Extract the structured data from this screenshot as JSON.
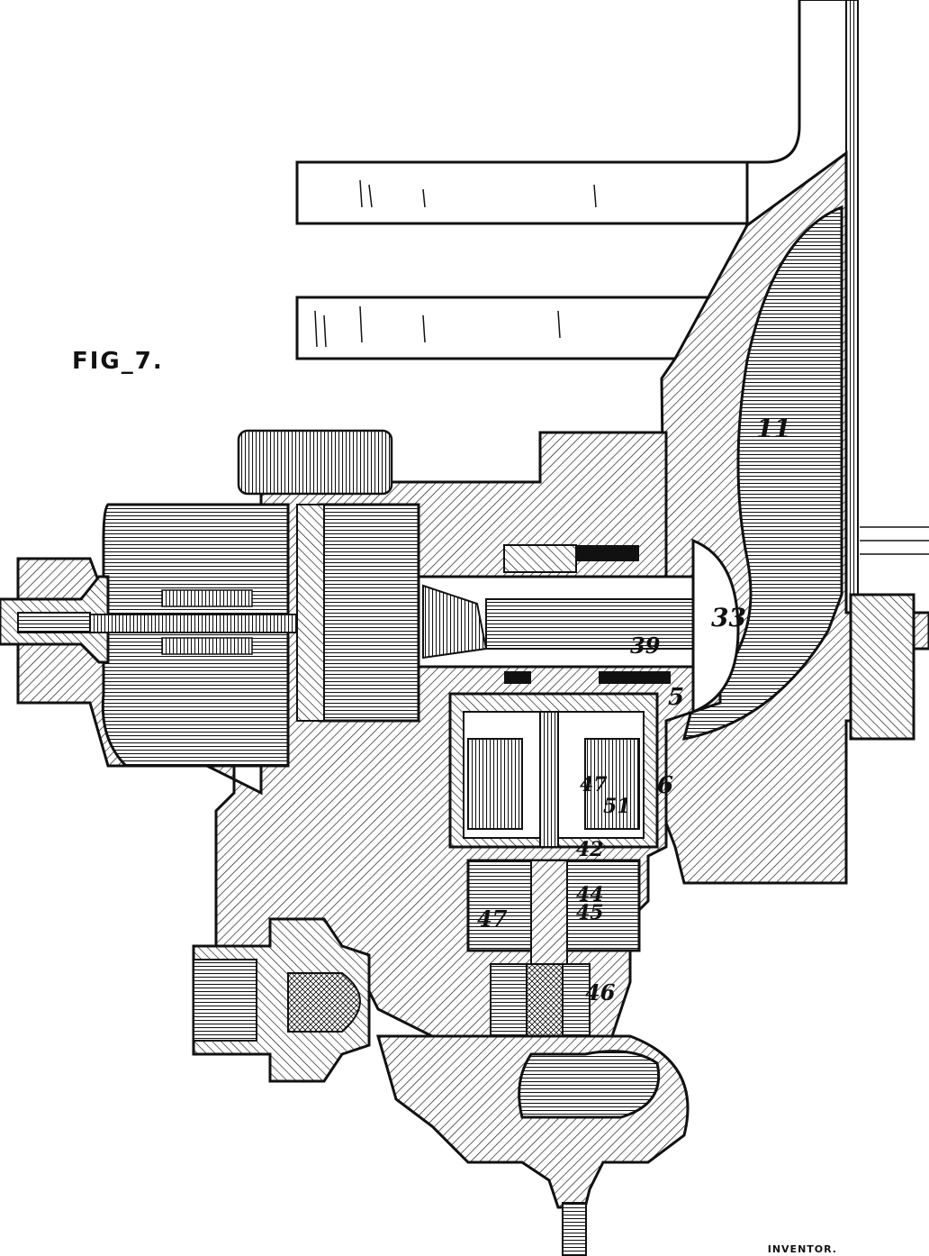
{
  "figure": {
    "label": "FIG_7.",
    "inventor_caption": "INVENTOR."
  },
  "reference_numerals": {
    "n11": "11",
    "n33": "33",
    "n39": "39",
    "n5": "5",
    "n6": "6",
    "n47": "47",
    "n51": "51",
    "n42": "42",
    "n44": "44",
    "n45": "45",
    "n46": "46",
    "n47b": "47"
  },
  "colors": {
    "ink": "#111111",
    "paper": "#ffffff"
  }
}
